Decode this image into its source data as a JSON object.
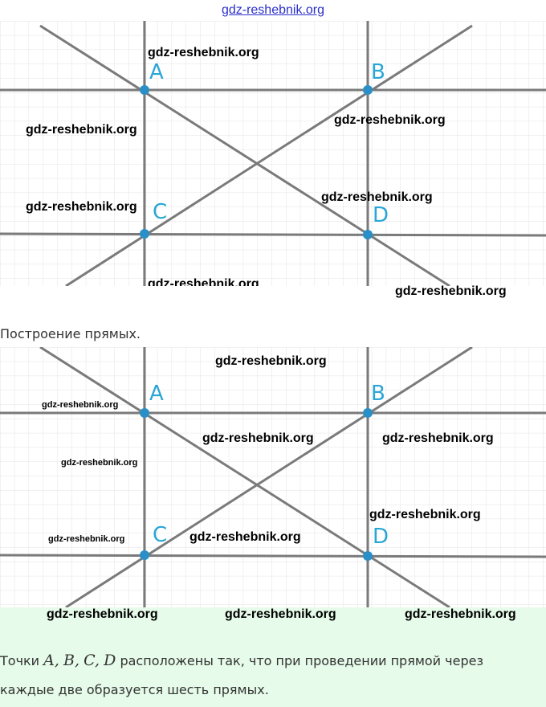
{
  "header": {
    "site_link": "gdz-reshebnik.org"
  },
  "points": {
    "a": "A",
    "b": "B",
    "c": "C",
    "d": "D"
  },
  "figure1": {
    "watermarks": [
      "gdz-reshebnik.org",
      "gdz-reshebnik.org",
      "gdz-reshebnik.org",
      "gdz-reshebnik.org",
      "gdz-reshebnik.org",
      "gdz-reshebnik.org",
      "gdz-reshebnik.org"
    ]
  },
  "caption": "Построение прямых.",
  "figure2": {
    "watermarks": [
      "gdz-reshebnik.org",
      "gdz-reshebnik.org",
      "gdz-reshebnik.org",
      "gdz-reshebnik.org",
      "gdz-reshebnik.org",
      "gdz-reshebnik.org",
      "gdz-reshebnik.org",
      "gdz-reshebnik.org"
    ]
  },
  "answer": {
    "watermarks": [
      "gdz-reshebnik.org",
      "gdz-reshebnik.org",
      "gdz-reshebnik.org"
    ],
    "prefix": "Точки",
    "var_a": "A,",
    "var_b": "B,",
    "var_c": "C,",
    "var_d": "D",
    "suffix_line1": "расположены так, что при проведении прямой через",
    "line2": "каждые две образуется шесть прямых."
  },
  "colors": {
    "link": "#2a2fc9",
    "point": "#2a8fc6",
    "label": "#2aa6d6",
    "line": "#7a7a7a",
    "grid": "#e3e3e3",
    "answer_bg": "#e6fbe9"
  }
}
